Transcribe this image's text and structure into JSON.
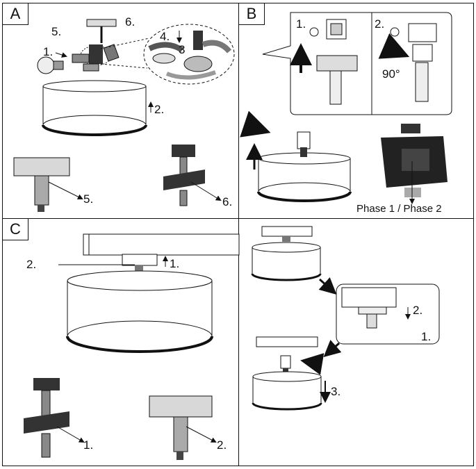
{
  "panels": {
    "a": {
      "label": "A",
      "steps": {
        "s1": "1.",
        "s2": "2.",
        "s3": "3",
        "s4": "4.",
        "s5": "5.",
        "s5b": "5.",
        "s6": "6.",
        "s6b": "6."
      }
    },
    "b": {
      "label": "B",
      "steps": {
        "s1": "1.",
        "s2": "2."
      },
      "angle": "90°",
      "phase_label": "Phase 1 / Phase 2"
    },
    "c": {
      "label": "C",
      "steps": {
        "s1": "1.",
        "s2": "2.",
        "s1b": "1.",
        "s2b": "2."
      }
    },
    "d": {
      "steps": {
        "s1": "1.",
        "s2": "2.",
        "s3": "3."
      }
    }
  }
}
